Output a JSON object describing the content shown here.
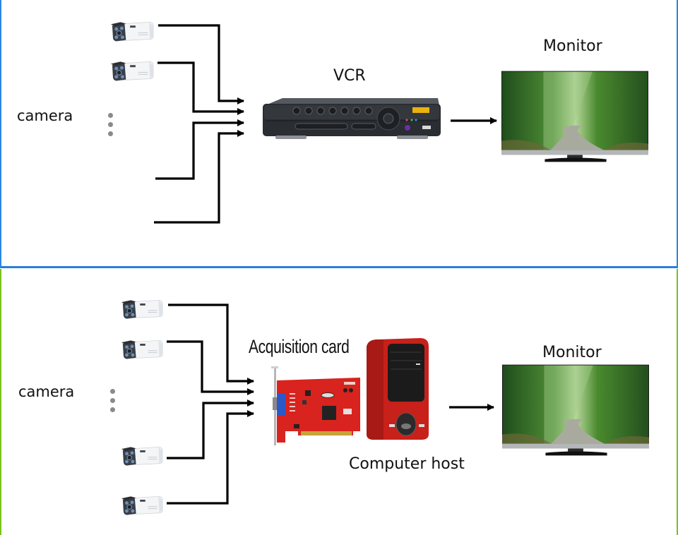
{
  "diagram": {
    "title": "Video surveillance system comparison",
    "panels": [
      {
        "id": "vcr-system",
        "border_color": "#2f86e0",
        "camera_label": "camera",
        "camera_icons_visible": 2,
        "hidden_inputs": 2,
        "input_count": 4,
        "recorder_label": "VCR",
        "recorder_icon": "dvr-recorder-icon",
        "monitor_label": "Monitor",
        "monitor_icon": "tv-monitor-icon"
      },
      {
        "id": "pc-system",
        "border_color": "#7cc21f",
        "camera_label": "camera",
        "camera_icons_visible": 4,
        "input_count": 4,
        "card_label": "Acquisition card",
        "card_icon": "capture-card-icon",
        "host_label": "Computer host",
        "host_icon": "pc-tower-icon",
        "monitor_label": "Monitor",
        "monitor_icon": "tv-monitor-icon"
      }
    ],
    "ellipsis_icon": "vertical-ellipsis-icon",
    "camera_icon": "bullet-camera-icon",
    "connector": "arrow",
    "colors": {
      "wire": "#000000",
      "card_red": "#d8231e",
      "host_red": "#c8201a",
      "recorder_body": "#2a2d31",
      "screen_green": "#3d7a2a"
    }
  }
}
